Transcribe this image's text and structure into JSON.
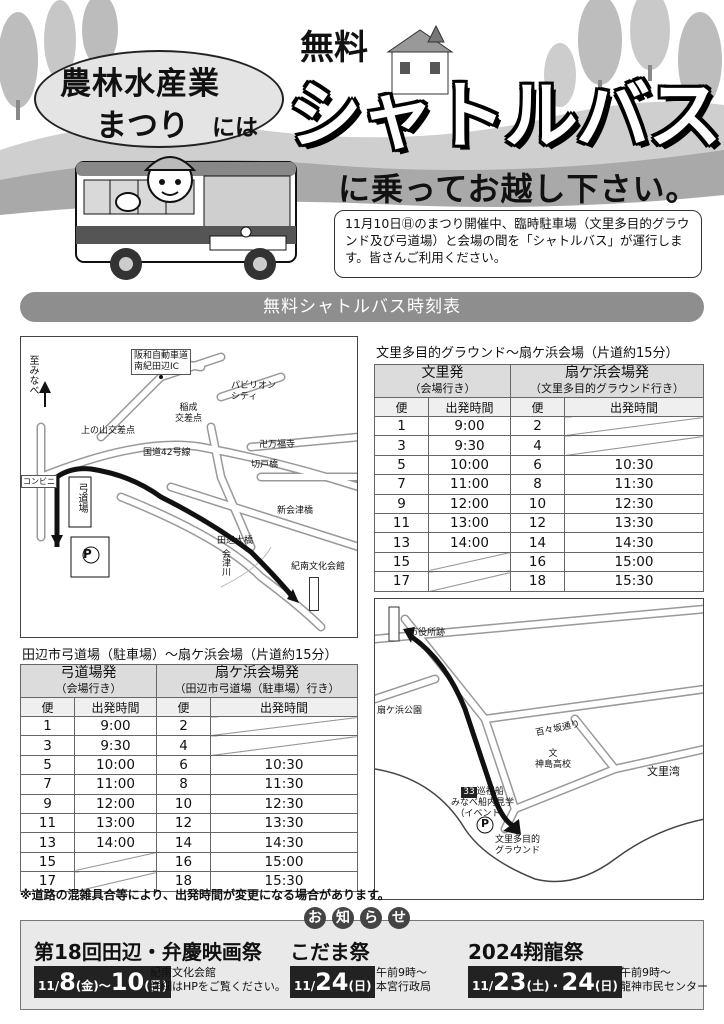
{
  "header": {
    "festival_line1": "農林水産業",
    "festival_line2": "まつり",
    "festival_suffix": "には",
    "free_label": "無料",
    "shuttle_title": "シャトルバス",
    "invite": "に乗ってお越し下さい。",
    "notice": "11月10日㊐のまつり開催中、臨時駐車場（文里多目的グラウンド及び弓道場）と会場の間を「シャトルバス」が運行します。皆さんご利用ください。"
  },
  "section_title": "無料シャトルバス時刻表",
  "map1": {
    "labels": {
      "to_minabe": "至みなべ",
      "expressway": "阪和自動車道",
      "ic": "南紀田辺IC",
      "pavilion": "パビリオン",
      "city": "シティ",
      "inari": "稲成",
      "intersection": "交差点",
      "kaminoyama": "上の山交差点",
      "route42": "国道42号線",
      "manpukuji": "卍万福寺",
      "kirido": "切戸橋",
      "convenience": "コンビニ",
      "kyudojo": "弓道場",
      "shinaizu": "新会津橋",
      "tanabeohashi": "田辺大橋",
      "aizugawa": "会津川",
      "kinan_bunka": "紀南文化会館",
      "parking": "P"
    }
  },
  "table1": {
    "caption": "文里多目的グラウンド～扇ケ浜会場（片道約15分）",
    "dep_a": "文里発",
    "dep_a_sub": "（会場行き）",
    "dep_b": "扇ケ浜会場発",
    "dep_b_sub": "（文里多目的グラウンド行き）",
    "col_bin": "便",
    "col_time": "出発時間",
    "rows": [
      {
        "a_no": "1",
        "a_time": "9:00",
        "b_no": "2",
        "b_time": ""
      },
      {
        "a_no": "3",
        "a_time": "9:30",
        "b_no": "4",
        "b_time": ""
      },
      {
        "a_no": "5",
        "a_time": "10:00",
        "b_no": "6",
        "b_time": "10:30"
      },
      {
        "a_no": "7",
        "a_time": "11:00",
        "b_no": "8",
        "b_time": "11:30"
      },
      {
        "a_no": "9",
        "a_time": "12:00",
        "b_no": "10",
        "b_time": "12:30"
      },
      {
        "a_no": "11",
        "a_time": "13:00",
        "b_no": "12",
        "b_time": "13:30"
      },
      {
        "a_no": "13",
        "a_time": "14:00",
        "b_no": "14",
        "b_time": "14:30"
      },
      {
        "a_no": "15",
        "a_time": "",
        "b_no": "16",
        "b_time": "15:00"
      },
      {
        "a_no": "17",
        "a_time": "",
        "b_no": "18",
        "b_time": "15:30"
      }
    ]
  },
  "table2": {
    "caption": "田辺市弓道場（駐車場）～扇ケ浜会場（片道約15分）",
    "dep_a": "弓道場発",
    "dep_a_sub": "（会場行き）",
    "dep_b": "扇ケ浜会場発",
    "dep_b_sub": "（田辺市弓道場（駐車場）行き）",
    "col_bin": "便",
    "col_time": "出発時間",
    "rows": [
      {
        "a_no": "1",
        "a_time": "9:00",
        "b_no": "2",
        "b_time": ""
      },
      {
        "a_no": "3",
        "a_time": "9:30",
        "b_no": "4",
        "b_time": ""
      },
      {
        "a_no": "5",
        "a_time": "10:00",
        "b_no": "6",
        "b_time": "10:30"
      },
      {
        "a_no": "7",
        "a_time": "11:00",
        "b_no": "8",
        "b_time": "11:30"
      },
      {
        "a_no": "9",
        "a_time": "12:00",
        "b_no": "10",
        "b_time": "12:30"
      },
      {
        "a_no": "11",
        "a_time": "13:00",
        "b_no": "12",
        "b_time": "13:30"
      },
      {
        "a_no": "13",
        "a_time": "14:00",
        "b_no": "14",
        "b_time": "14:30"
      },
      {
        "a_no": "15",
        "a_time": "",
        "b_no": "16",
        "b_time": "15:00"
      },
      {
        "a_no": "17",
        "a_time": "",
        "b_no": "18",
        "b_time": "15:30"
      }
    ]
  },
  "map2": {
    "labels": {
      "shiyakusho": "市役所跡",
      "ogigahama_park": "扇ケ浜公園",
      "momoyado": "百々坂通り",
      "bun": "文",
      "kamishima": "神島高校",
      "monzatowan": "文里湾",
      "cruise_no": "33",
      "cruise1": "巡視船",
      "cruise2": "みなべ船内見学",
      "cruise3": "（イベント）",
      "ground1": "文里多目的",
      "ground2": "グラウンド",
      "parking": "P"
    }
  },
  "road_note": "※道路の混雑具合等により、出発時間が変更になる場合があります。",
  "oshirase": [
    "お",
    "知",
    "ら",
    "せ"
  ],
  "events": [
    {
      "title": "第18回田辺・弁慶映画祭",
      "month": "11/",
      "d1": "8",
      "w1": "(金)",
      "sep": "～",
      "d2": "10",
      "w2": "(日)",
      "info1": "紀南文化会館",
      "info2": "詳細はHPをご覧ください。"
    },
    {
      "title": "こだま祭",
      "month": "11/",
      "d1": "24",
      "w1": "(日)",
      "info1": "午前9時～",
      "info2": "本宮行政局"
    },
    {
      "title": "2024翔龍祭",
      "month": "11/",
      "d1": "23",
      "w1": "(土)",
      "sep": "・",
      "d2": "24",
      "w2": "(日)",
      "info1": "午前9時～",
      "info2": "龍神市民センター"
    }
  ]
}
